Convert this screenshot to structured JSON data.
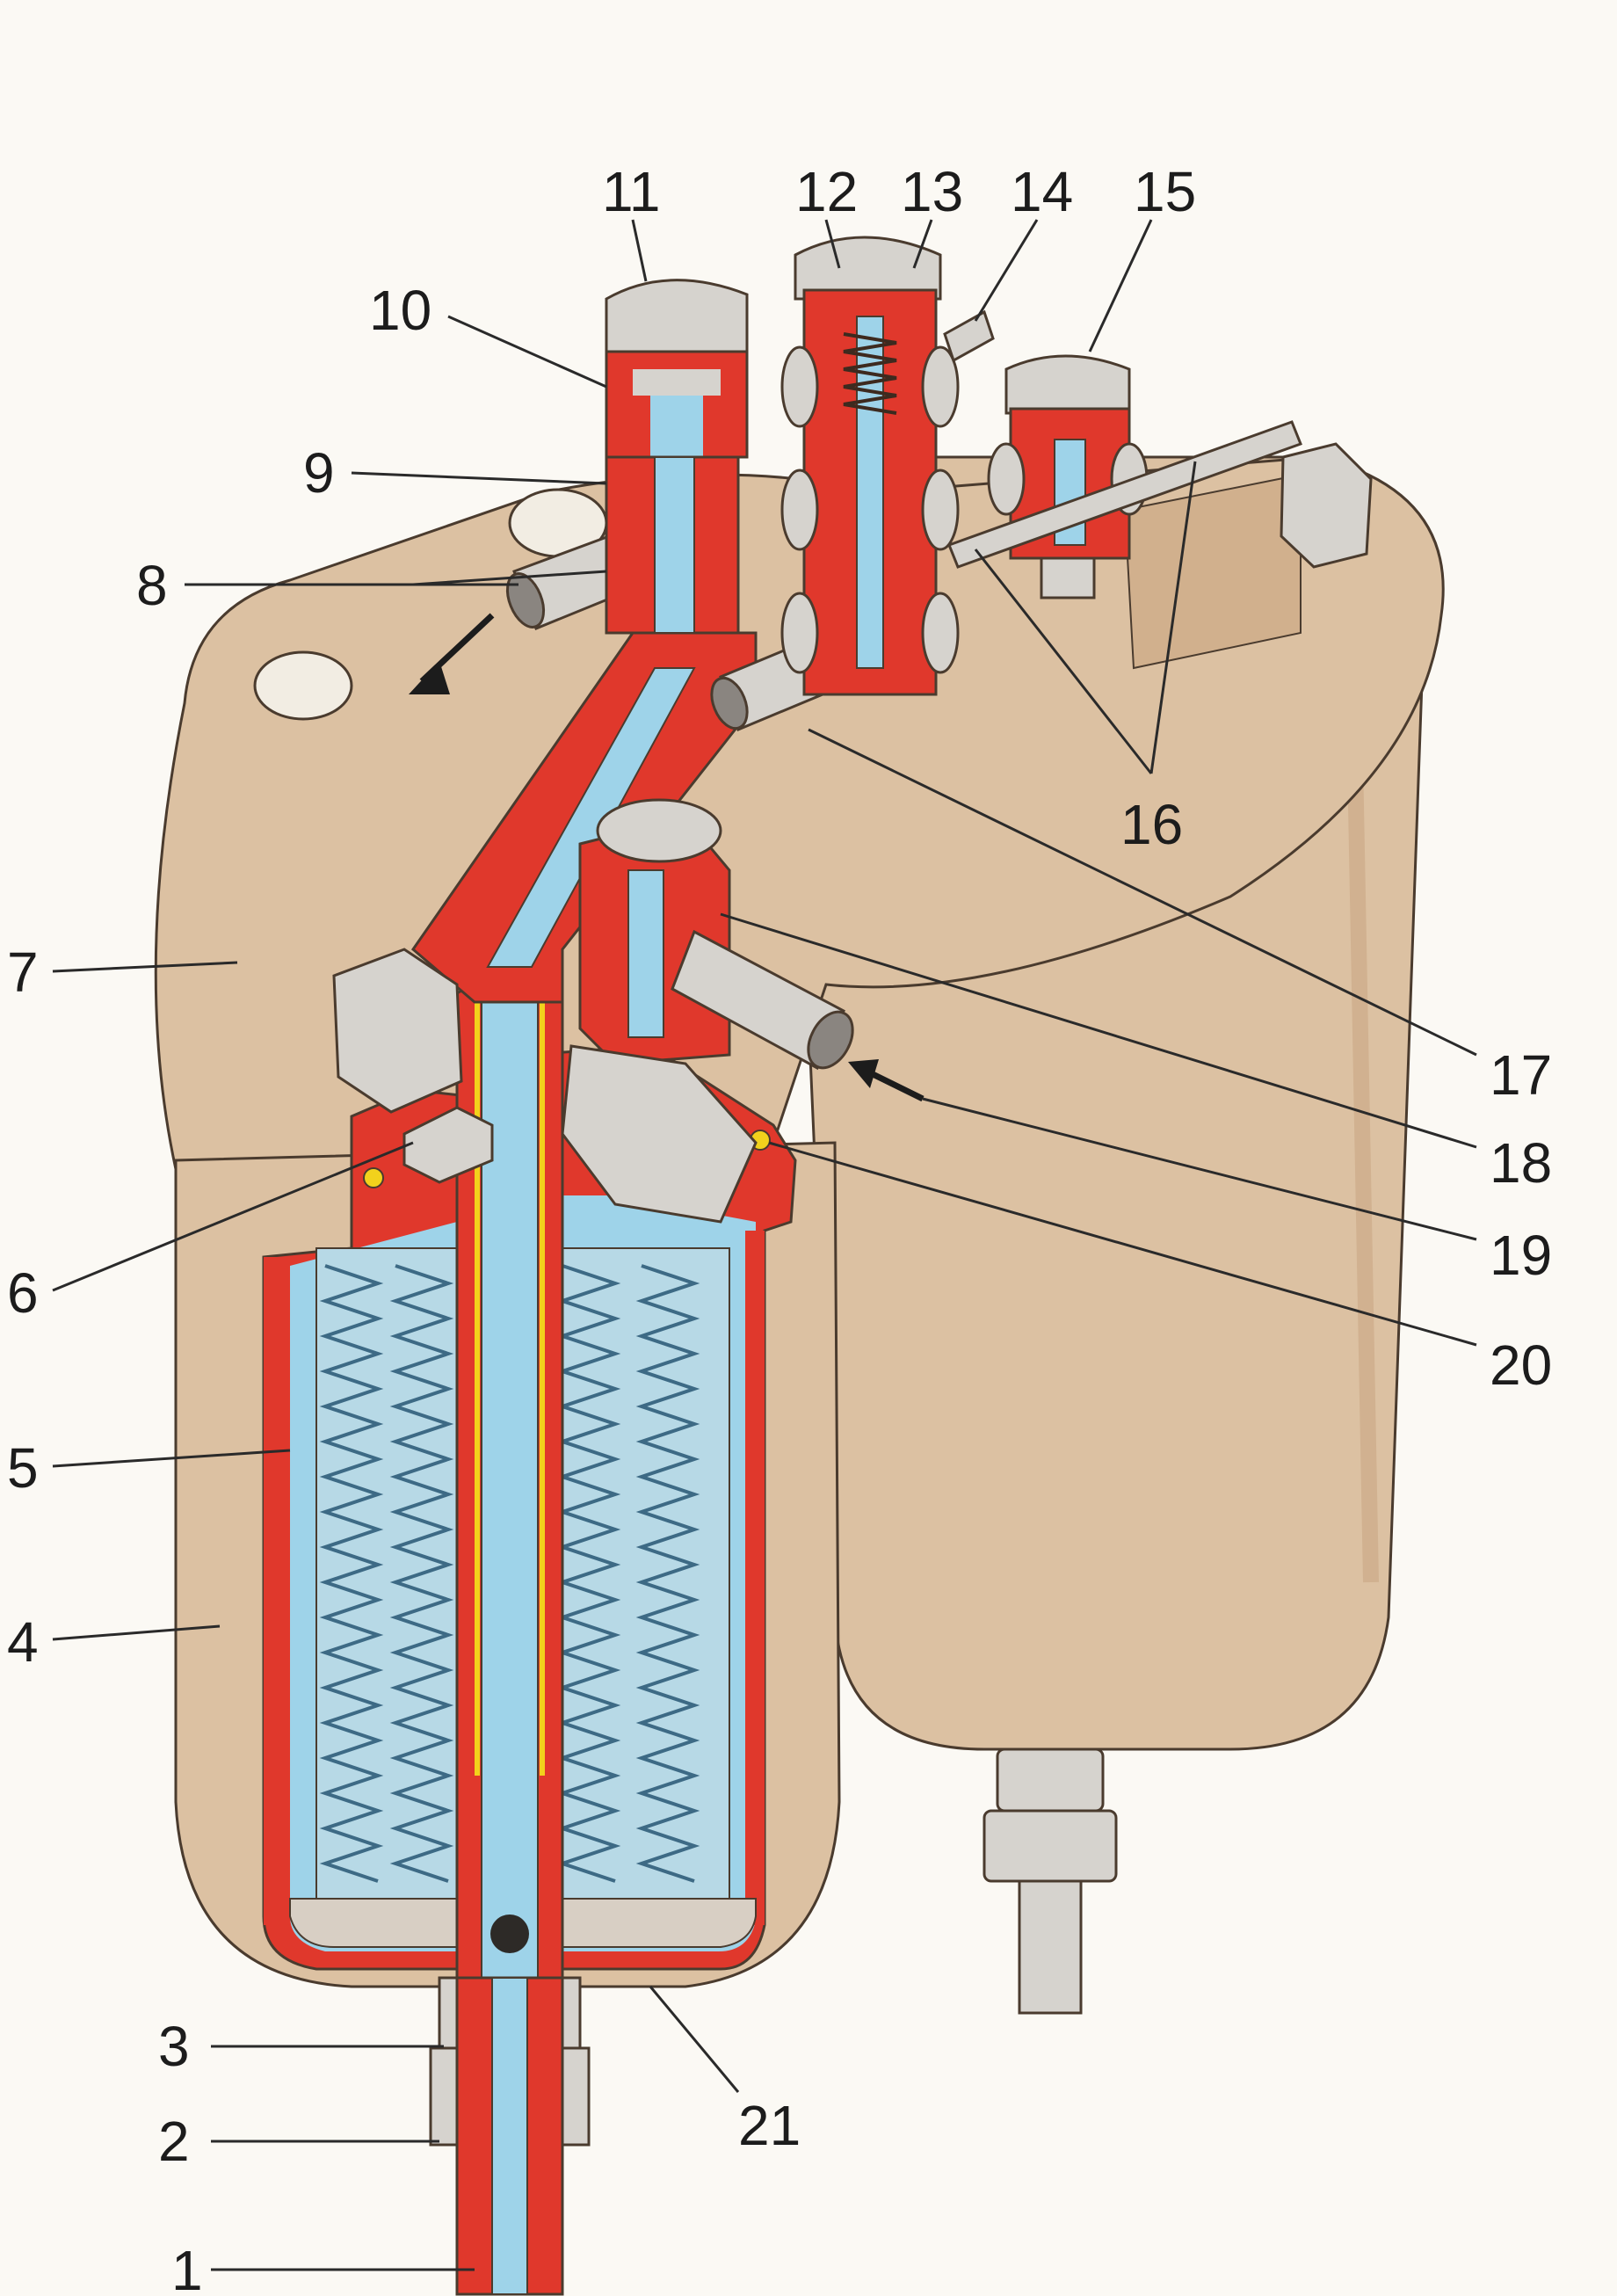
{
  "diagram": {
    "colors": {
      "paper": "#fbf9f4",
      "housing": "#dcc1a2",
      "housing_shade": "#c9a784",
      "section_red": "#e0382c",
      "fuel_blue": "#9ed3e9",
      "metal_grey": "#d6d3ce",
      "seal_yellow": "#f2d21c",
      "outline": "#4a3b2e"
    },
    "callouts": [
      {
        "id": "1",
        "label": "1"
      },
      {
        "id": "2",
        "label": "2"
      },
      {
        "id": "3",
        "label": "3"
      },
      {
        "id": "4",
        "label": "4"
      },
      {
        "id": "5",
        "label": "5"
      },
      {
        "id": "6",
        "label": "6"
      },
      {
        "id": "7",
        "label": "7"
      },
      {
        "id": "8",
        "label": "8"
      },
      {
        "id": "9",
        "label": "9"
      },
      {
        "id": "10",
        "label": "10"
      },
      {
        "id": "11",
        "label": "11"
      },
      {
        "id": "12",
        "label": "12"
      },
      {
        "id": "13",
        "label": "13"
      },
      {
        "id": "14",
        "label": "14"
      },
      {
        "id": "15",
        "label": "15"
      },
      {
        "id": "16",
        "label": "16"
      },
      {
        "id": "17",
        "label": "17"
      },
      {
        "id": "18",
        "label": "18"
      },
      {
        "id": "19",
        "label": "19"
      },
      {
        "id": "20",
        "label": "20"
      },
      {
        "id": "21",
        "label": "21"
      }
    ]
  }
}
